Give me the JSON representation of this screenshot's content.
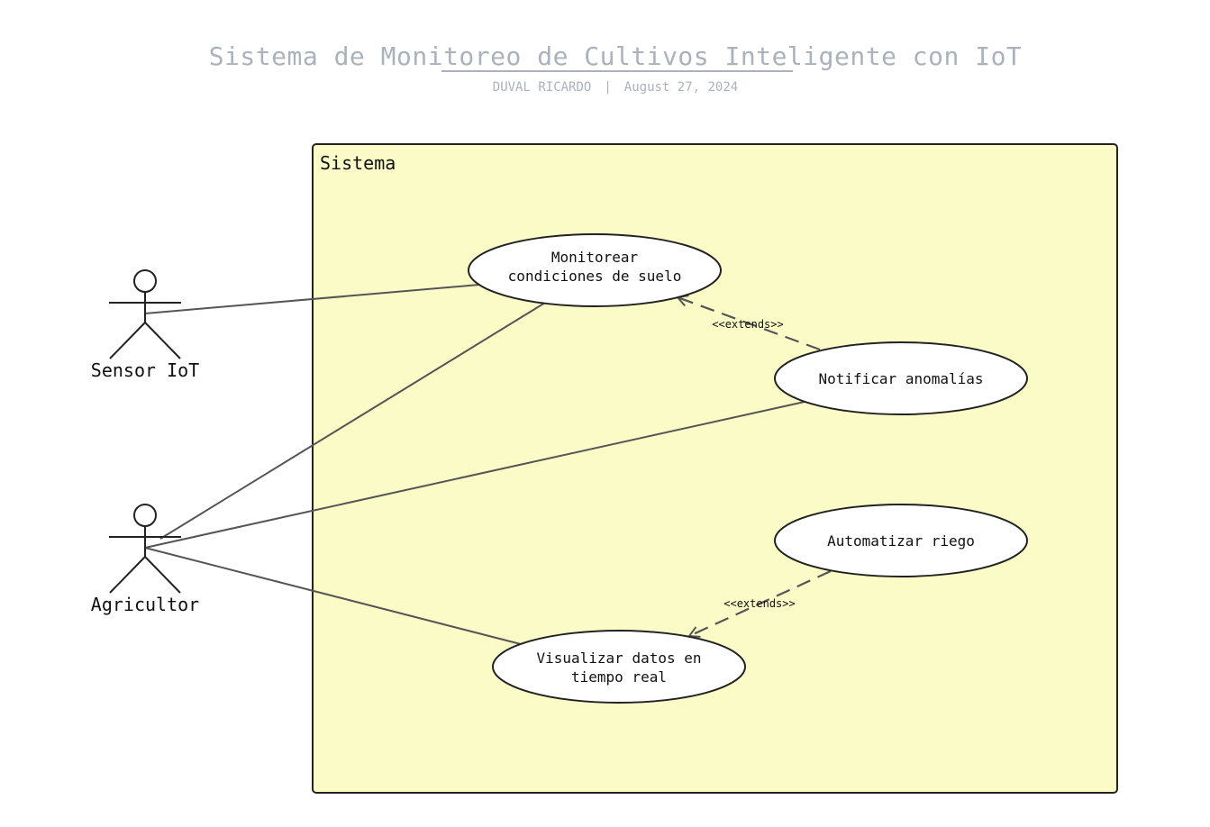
{
  "header": {
    "title": "Sistema de Monitoreo de Cultivos Inteligente con IoT",
    "author": "DUVAL RICARDO",
    "separator": "|",
    "date": "August 27, 2024"
  },
  "diagram": {
    "boundary_label": "Sistema",
    "actors": {
      "sensor": "Sensor IoT",
      "farmer": "Agricultor"
    },
    "use_cases": {
      "monitor_line1": "Monitorear",
      "monitor_line2": "condiciones de suelo",
      "notify": "Notificar anomalías",
      "irrigate": "Automatizar riego",
      "visualize_line1": "Visualizar datos en",
      "visualize_line2": "tiempo real"
    },
    "relations": {
      "extend_1": "<<extends>>",
      "extend_2": "<<extends>>"
    },
    "colors": {
      "boundary_fill": "#fbfbc8",
      "line": "#555555",
      "stroke": "#222222"
    }
  }
}
